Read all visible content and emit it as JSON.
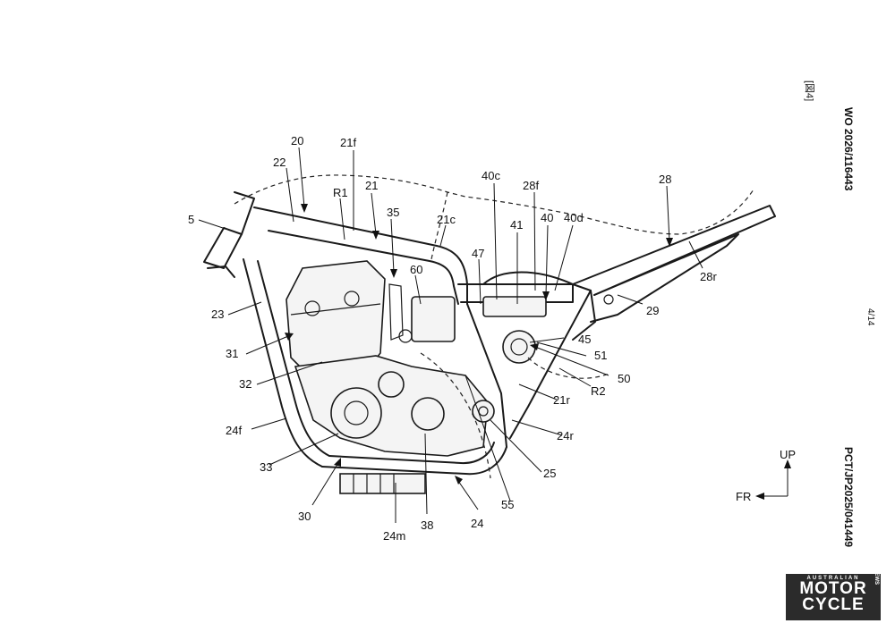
{
  "header": {
    "publication_number": "WO 2026/116443",
    "figure_label": "[図4]",
    "sheet_number": "4/14",
    "application_number": "PCT/JP2025/041449"
  },
  "direction_indicator": {
    "up_label": "UP",
    "front_label": "FR"
  },
  "watermark": {
    "top_text": "AUSTRALIAN",
    "line1": "MOTOR",
    "line2": "CYCLE",
    "side_text": "NEWS"
  },
  "reference_labels": {
    "l20": "20",
    "l21f": "21f",
    "l22": "22",
    "l21": "21",
    "lR1": "R1",
    "l5": "5",
    "l35": "35",
    "l21c": "21c",
    "l40c": "40c",
    "l28f": "28f",
    "l28": "28",
    "l41": "41",
    "l40": "40",
    "l40d": "40d",
    "l47": "47",
    "l60": "60",
    "l28r": "28r",
    "l23": "23",
    "l29": "29",
    "l45": "45",
    "l31": "31",
    "l51": "51",
    "l32": "32",
    "l50": "50",
    "l21r": "21r",
    "lR2": "R2",
    "l24f": "24f",
    "l24r": "24r",
    "l33": "33",
    "l25": "25",
    "l55": "55",
    "l30": "30",
    "l24m": "24m",
    "l38": "38",
    "l24": "24"
  }
}
